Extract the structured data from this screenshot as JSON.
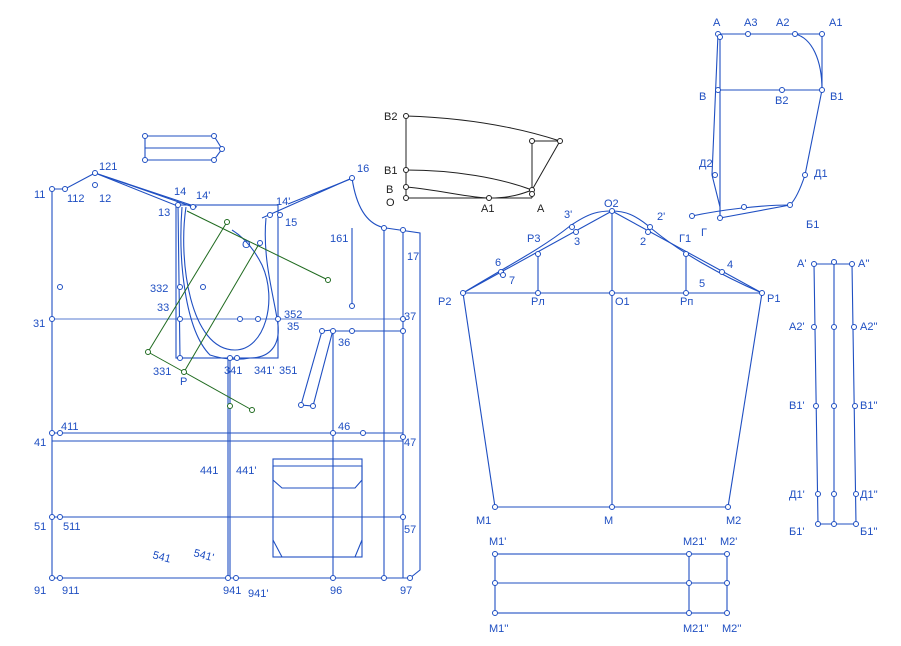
{
  "bodice_labels": {
    "p11": "11",
    "p112": "112",
    "p12": "12",
    "p121": "121",
    "p13": "13",
    "p14": "14",
    "p14p": "14'",
    "p14pp": "14'",
    "p15": "15",
    "p16": "16",
    "p161": "161",
    "p17": "17",
    "p31": "31",
    "p33": "33",
    "p332": "332",
    "p35": "35",
    "p352": "352",
    "p36": "36",
    "p37": "37",
    "p331": "331",
    "pP": "Р",
    "p341": "341",
    "p341p": "341'",
    "p351": "351",
    "pO": "О",
    "p41": "41",
    "p411": "411",
    "p46": "46",
    "p47": "47",
    "p441": "441",
    "p441p": "441'",
    "p51": "51",
    "p511": "511",
    "p57": "57",
    "p541": "541",
    "p541p": "541'",
    "p91": "91",
    "p911": "911",
    "p941": "941",
    "p941p": "941'",
    "p96": "96",
    "p97": "97"
  },
  "collar_labels": {
    "B2": "В2",
    "B1": "В1",
    "B": "В",
    "O": "О",
    "A1": "А1",
    "A": "А"
  },
  "sleeve_labels": {
    "P2": "Р2",
    "P1": "Р1",
    "O2": "О2",
    "O1": "О1",
    "P3": "Р3",
    "G1": "Г1",
    "Pl": "Рл",
    "Pp": "Рп",
    "n6": "6",
    "n7": "7",
    "n3p": "3'",
    "n3": "3",
    "n2p": "2'",
    "n2": "2",
    "n4": "4",
    "n5": "5",
    "M1": "М1",
    "M": "М",
    "M2": "М2"
  },
  "cuff_labels": {
    "M1p": "М1'",
    "M21p": "М21'",
    "M2p": "М2'",
    "M1pp": "М1''",
    "M21pp": "М21''",
    "M2pp": "М2''"
  },
  "pocket_piece_labels": {
    "A": "А",
    "A3": "А3",
    "A2": "А2",
    "A1": "А1",
    "B": "В",
    "B2": "В2",
    "B1": "В1",
    "D2": "Д2",
    "D1": "Д1",
    "G": "Г",
    "B1b": "Б1"
  },
  "strip_labels": {
    "Ap": "А'",
    "App": "А''",
    "A2p": "А2'",
    "A2pp": "А2''",
    "B1p": "В1'",
    "B1pp": "В1''",
    "D1p": "Д1'",
    "D1pp": "Д1''",
    "Bb1p": "Б1'",
    "Bb1pp": "Б1''"
  }
}
